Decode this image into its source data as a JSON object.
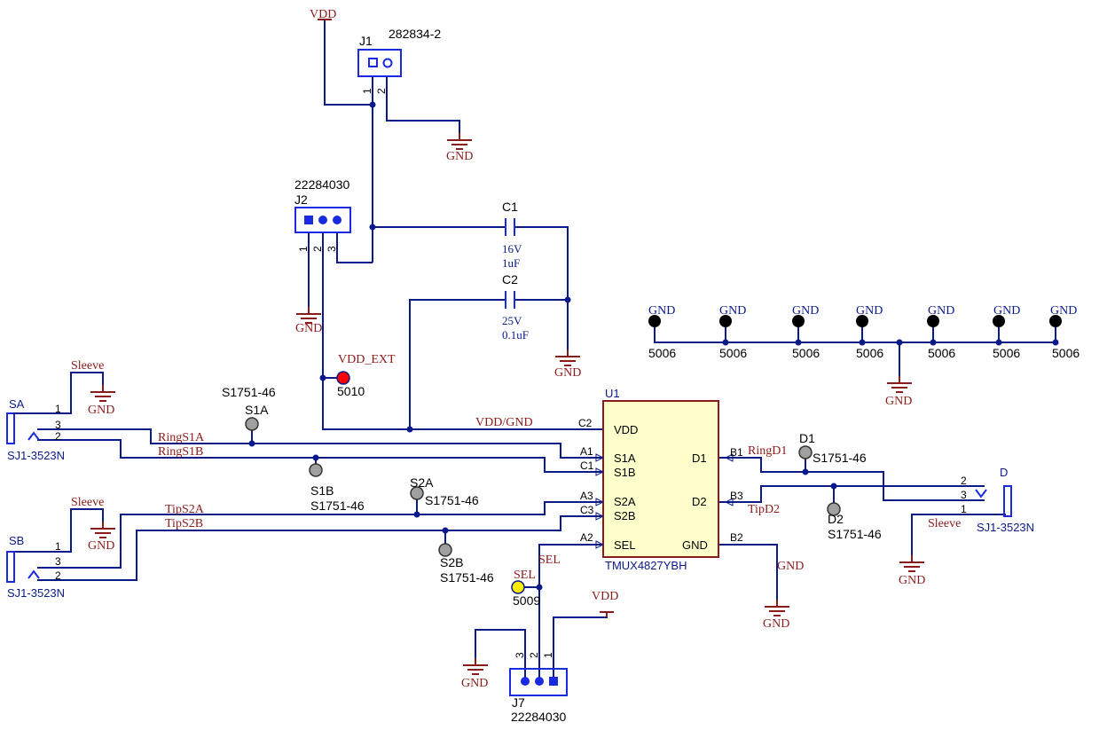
{
  "nets": {
    "vdd": "VDD",
    "gnd": "GND",
    "sleeve": "Sleeve",
    "vdd_ext": "VDD_EXT",
    "vdd_gnd": "VDD/GND",
    "ring_s1a": "RingS1A",
    "ring_s1b": "RingS1B",
    "tip_s2a": "TipS2A",
    "tip_s2b": "TipS2B",
    "ring_d1": "RingD1",
    "tip_d2": "TipD2",
    "sel": "SEL"
  },
  "j1": {
    "ref": "J1",
    "part": "282834-2",
    "pin1": "1",
    "pin2": "2"
  },
  "j2": {
    "ref": "J2",
    "part": "22284030",
    "pin1": "1",
    "pin2": "2",
    "pin3": "3"
  },
  "j7": {
    "ref": "J7",
    "part": "22284030",
    "pin1": "1",
    "pin2": "2",
    "pin3": "3"
  },
  "c1": {
    "ref": "C1",
    "voltage": "16V",
    "value": "1uF"
  },
  "c2": {
    "ref": "C2",
    "voltage": "25V",
    "value": "0.1uF"
  },
  "tp_vdd_ext": {
    "part": "5010"
  },
  "tp_sel": {
    "part": "5009"
  },
  "tp_s1a": {
    "ref": "S1A",
    "part": "S1751-46"
  },
  "tp_s1b": {
    "ref": "S1B",
    "part": "S1751-46"
  },
  "tp_s2a": {
    "ref": "S2A",
    "part": "S1751-46"
  },
  "tp_s2b": {
    "ref": "S2B",
    "part": "S1751-46"
  },
  "tp_d1": {
    "ref": "D1",
    "part": "S1751-46"
  },
  "tp_d2": {
    "ref": "D2",
    "part": "S1751-46"
  },
  "gnd_tps": {
    "part": "5006",
    "count": 7
  },
  "sa": {
    "ref": "SA",
    "part": "SJ1-3523N",
    "pin1": "1",
    "pin2": "2",
    "pin3": "3"
  },
  "sb": {
    "ref": "SB",
    "part": "SJ1-3523N",
    "pin1": "1",
    "pin2": "2",
    "pin3": "3"
  },
  "jd": {
    "ref": "D",
    "part": "SJ1-3523N",
    "pin1": "1",
    "pin2": "2",
    "pin3": "3"
  },
  "u1": {
    "ref": "U1",
    "part": "TMUX4827YBH",
    "pins": {
      "vdd": "VDD",
      "s1a": "S1A",
      "s1b": "S1B",
      "s2a": "S2A",
      "s2b": "S2B",
      "sel": "SEL",
      "d1": "D1",
      "d2": "D2",
      "gnd": "GND"
    },
    "balls": {
      "c2": "C2",
      "a1": "A1",
      "c1": "C1",
      "a3": "A3",
      "c3": "C3",
      "a2": "A2",
      "b1": "B1",
      "b3": "B3",
      "b2": "B2"
    }
  },
  "colors": {
    "wire": "#0a1a8a",
    "net_label": "#8b1a1a",
    "component": "#1a2ae0",
    "chip_fill": "#ffffcc",
    "tp_vdd_ext": "#ff0000",
    "tp_sel": "#ffee00",
    "tp_signal": "#a0a0a0",
    "tp_gnd": "#000000"
  }
}
